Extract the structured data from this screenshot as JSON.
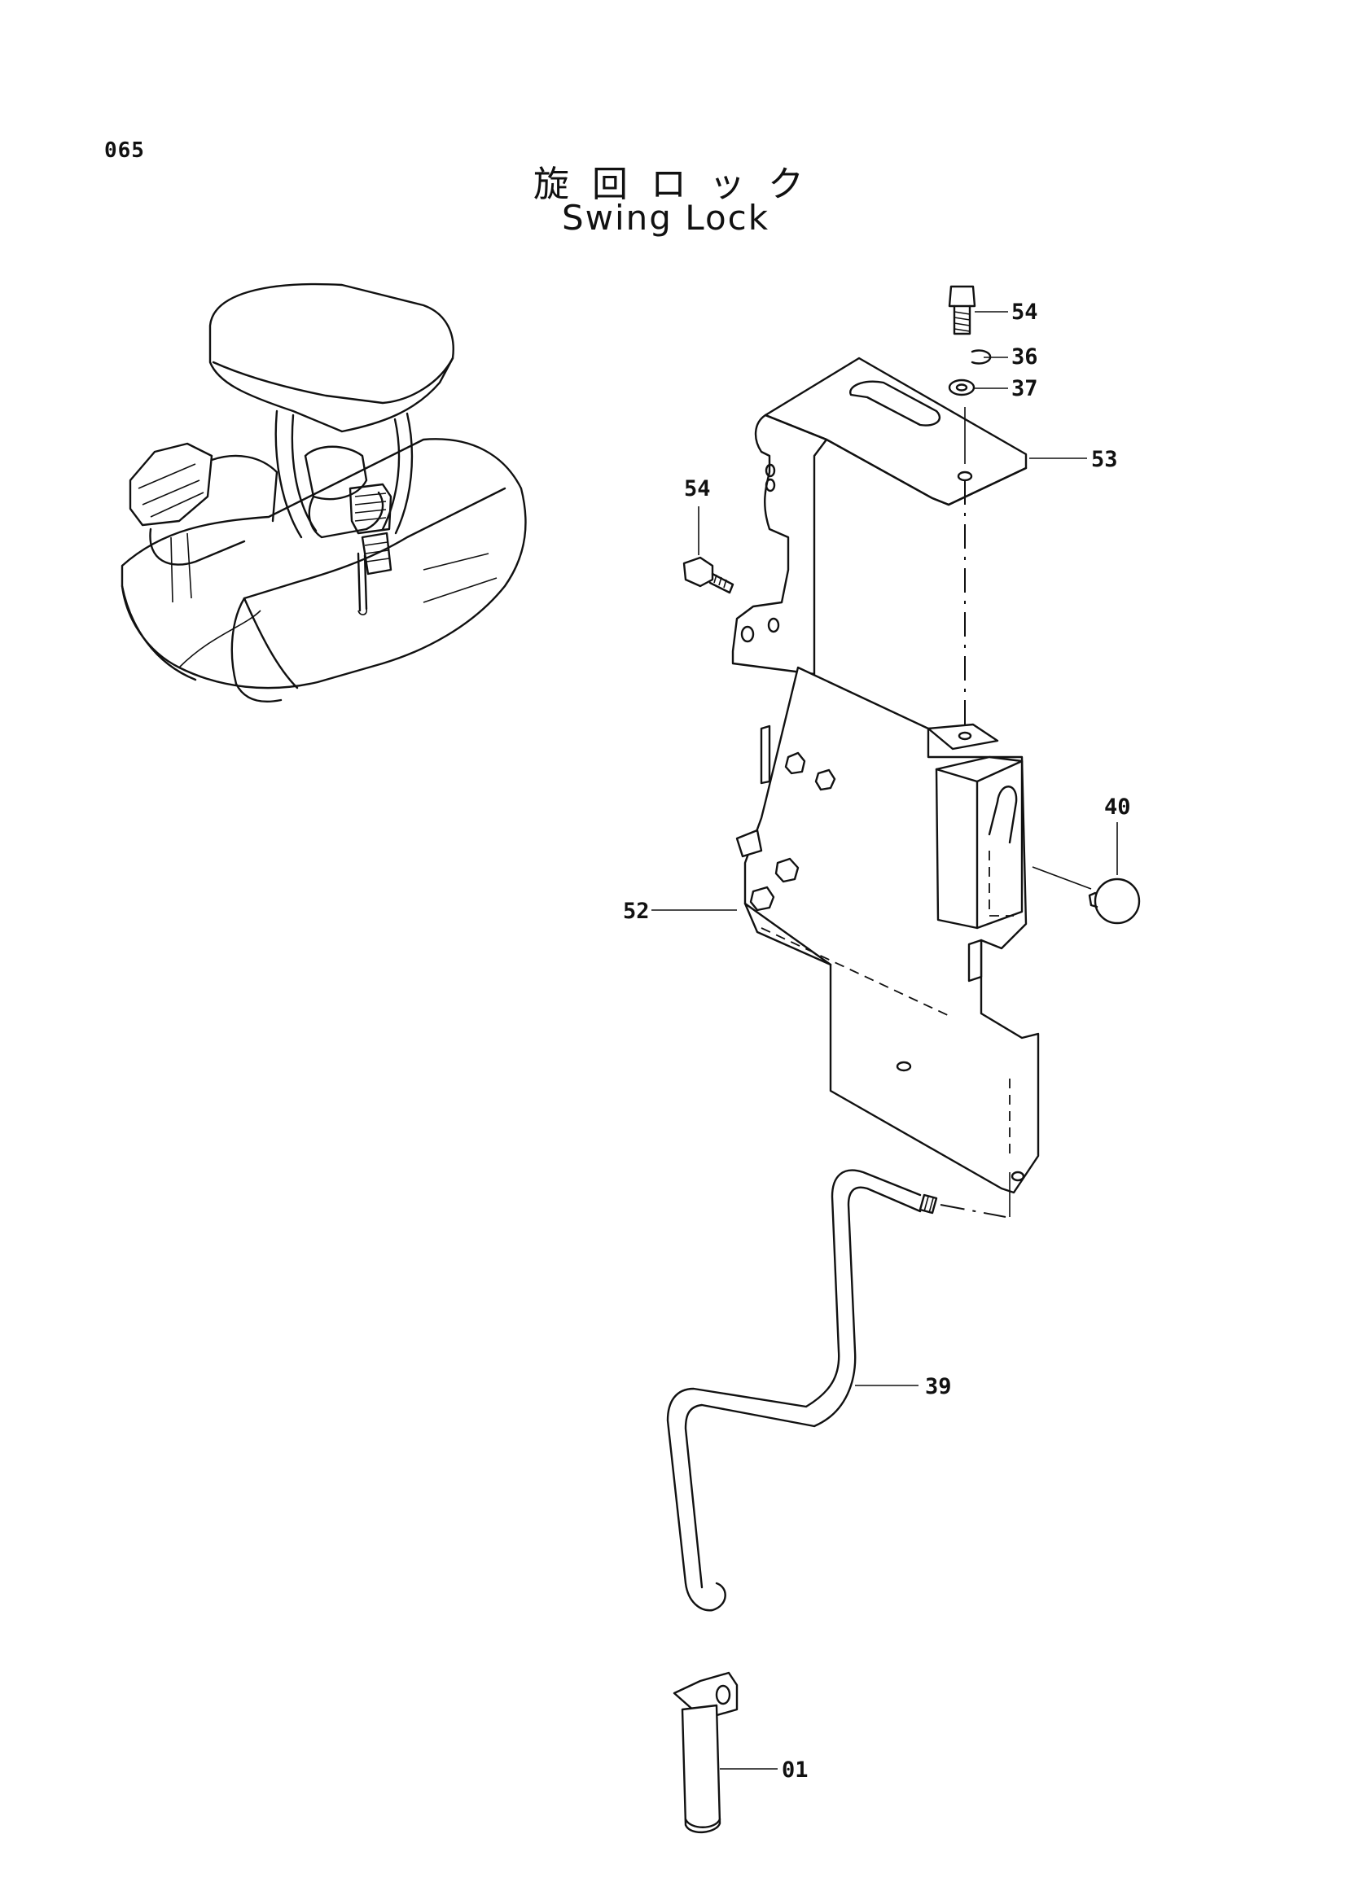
{
  "page_number": "065",
  "title_jp": "旋回ロック",
  "title_en": "Swing Lock",
  "parts": [
    {
      "id": "54a",
      "label": "54"
    },
    {
      "id": "36",
      "label": "36"
    },
    {
      "id": "37",
      "label": "37"
    },
    {
      "id": "53",
      "label": "53"
    },
    {
      "id": "54b",
      "label": "54"
    },
    {
      "id": "40",
      "label": "40"
    },
    {
      "id": "52",
      "label": "52"
    },
    {
      "id": "39",
      "label": "39"
    },
    {
      "id": "01",
      "label": "01"
    }
  ]
}
